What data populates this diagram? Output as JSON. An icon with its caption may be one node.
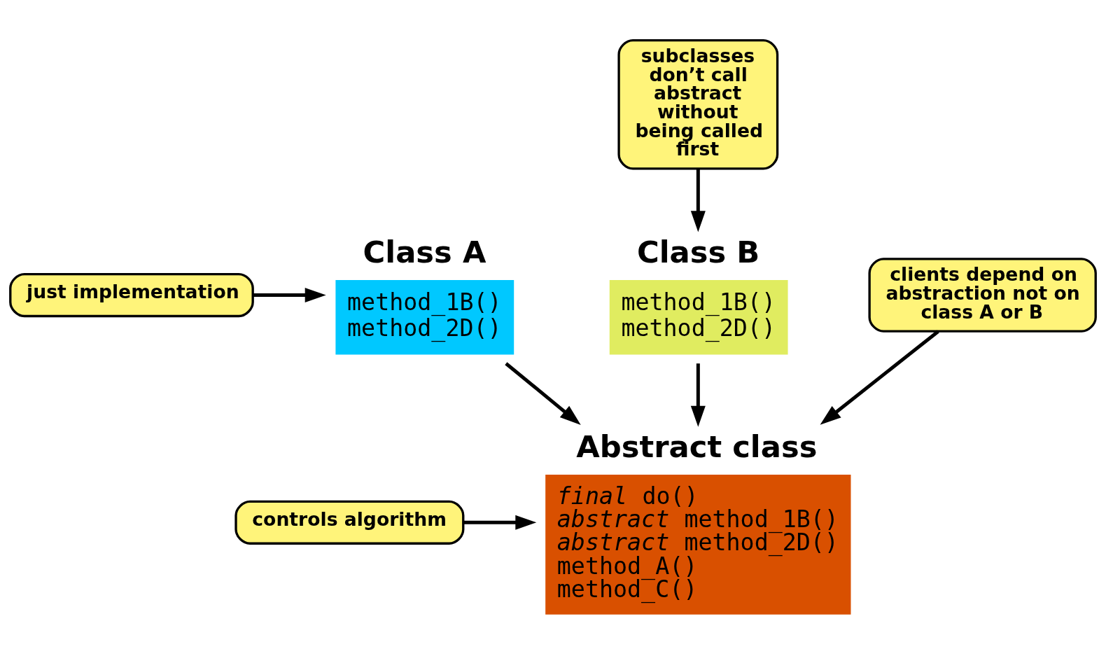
{
  "diagram": {
    "nodes": [
      {
        "text": [
          "Abstract class",
          "*final* do()",
          "*abstract* method_1B()",
          "*abstract* method_2D()",
          "method_A()",
          "method_C()"
        ]
      },
      {
        "text": [
          "Class A",
          "method_1B()",
          "method_2D()"
        ]
      },
      {
        "text": [
          "Class B",
          "method_1B()",
          "method_2D()"
        ]
      },
      {
        "text": [
          "clients depend on abstraction not on class A or B"
        ]
      },
      {
        "text": [
          "controls algorithm"
        ]
      },
      {
        "text": [
          "subclasses don’t call abstract without being called first"
        ]
      },
      {
        "text": [
          "just implementation"
        ]
      }
    ],
    "edges": [
      {
        "from": 3,
        "to": 0,
        "arrow": "to"
      },
      {
        "from": 4,
        "to": 0,
        "arrow": "to"
      },
      {
        "from": 1,
        "to": 0,
        "arrow": "to"
      },
      {
        "from": 2,
        "to": 0,
        "arrow": "to"
      },
      {
        "from": 5,
        "to": 2,
        "arrow": "to"
      },
      {
        "from": 6,
        "to": 1,
        "arrow": "to"
      }
    ]
  }
}
